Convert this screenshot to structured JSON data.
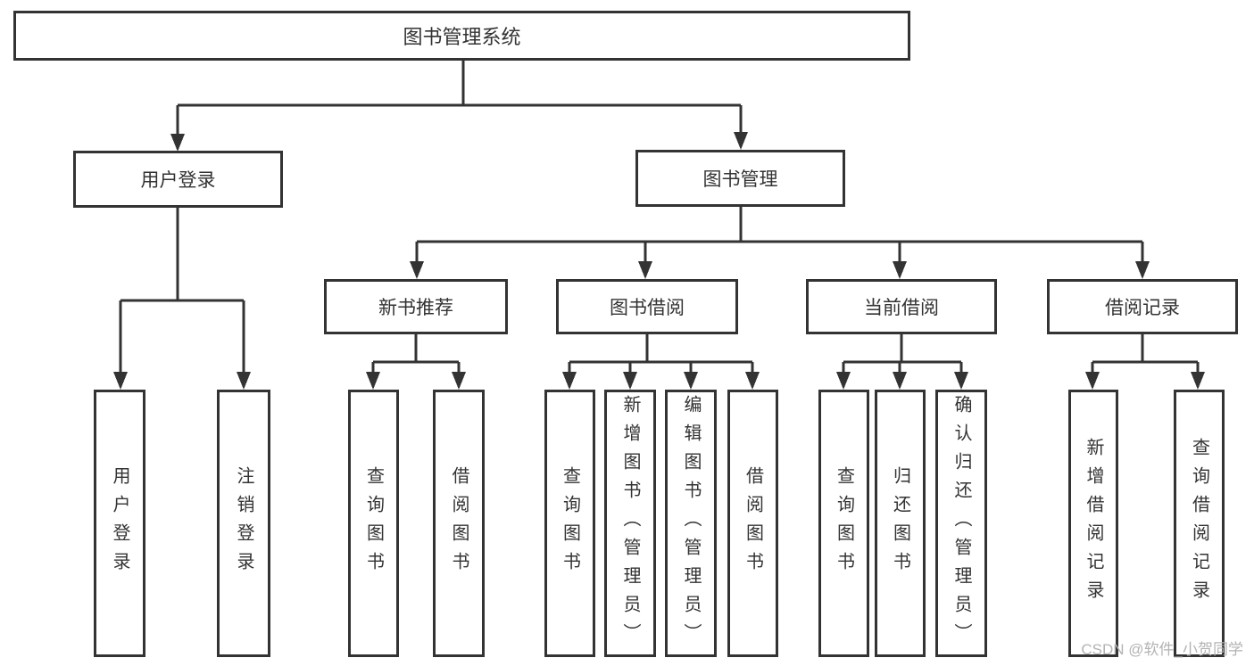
{
  "diagram": {
    "root": {
      "label": "图书管理系统"
    },
    "branches": [
      {
        "label": "用户登录",
        "children": [
          {
            "label": "用户登录"
          },
          {
            "label": "注销登录"
          }
        ]
      },
      {
        "label": "图书管理",
        "children": [
          {
            "label": "新书推荐",
            "children": [
              {
                "label": "查询图书"
              },
              {
                "label": "借阅图书"
              }
            ]
          },
          {
            "label": "图书借阅",
            "children": [
              {
                "label": "查询图书"
              },
              {
                "label": "新增图书（管理员）"
              },
              {
                "label": "编辑图书（管理员）"
              },
              {
                "label": "借阅图书"
              }
            ]
          },
          {
            "label": "当前借阅",
            "children": [
              {
                "label": "查询图书"
              },
              {
                "label": "归还图书"
              },
              {
                "label": "确认归还（管理员）"
              }
            ]
          },
          {
            "label": "借阅记录",
            "children": [
              {
                "label": "新增借阅记录"
              },
              {
                "label": "查询借阅记录"
              }
            ]
          }
        ]
      }
    ]
  },
  "watermark": {
    "text": "CSDN @软件_小贺同学"
  },
  "colors": {
    "line": "#333333",
    "box_border": "#333333",
    "text": "#333333",
    "background": "#ffffff",
    "watermark": "#b3b3b3"
  }
}
